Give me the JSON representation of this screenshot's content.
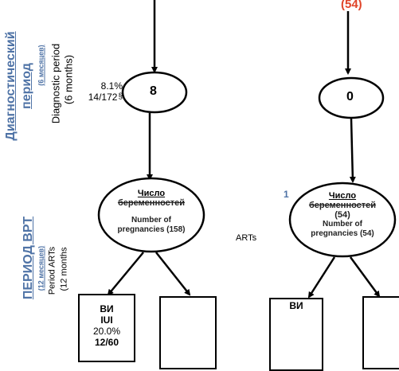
{
  "top_count": "(54)",
  "diag_period": {
    "ru_title": "Диагностический период",
    "ru_sub": "(6 месяцев)",
    "en_line1": "Diagnostic period",
    "en_line2": "(6 months)"
  },
  "art_period": {
    "ru_title": "ПЕРИОД ВРТ",
    "ru_sub": "(12 месяцев)",
    "en_line1": "Period ARTs",
    "en_line2": "(12 months"
  },
  "left_stat": {
    "percent": "8.1%",
    "fraction": "14/172",
    "mark": "§"
  },
  "left_node": "8",
  "right_node": "0",
  "left_ellipse": {
    "ru_title": "Число",
    "ru_struck": "беременностей",
    "en_line1": "Number of",
    "en_line2": "pregnancies (158)"
  },
  "right_ellipse": {
    "ru_title": "Число",
    "ru_struck": "беременностей",
    "count": "(54)",
    "en_line1": "Number of",
    "en_line2": "pregnancies (54)"
  },
  "middle_label": "ARTs",
  "stray_mark": "1",
  "left_box": {
    "ru": "ВИ",
    "en": "IUI",
    "percent": "20.0%",
    "fraction": "12/60"
  },
  "right_box_partial": "ВИ",
  "colors": {
    "accent_blue": "#4f73a6",
    "count_red": "#e0452a",
    "line": "#000000"
  }
}
